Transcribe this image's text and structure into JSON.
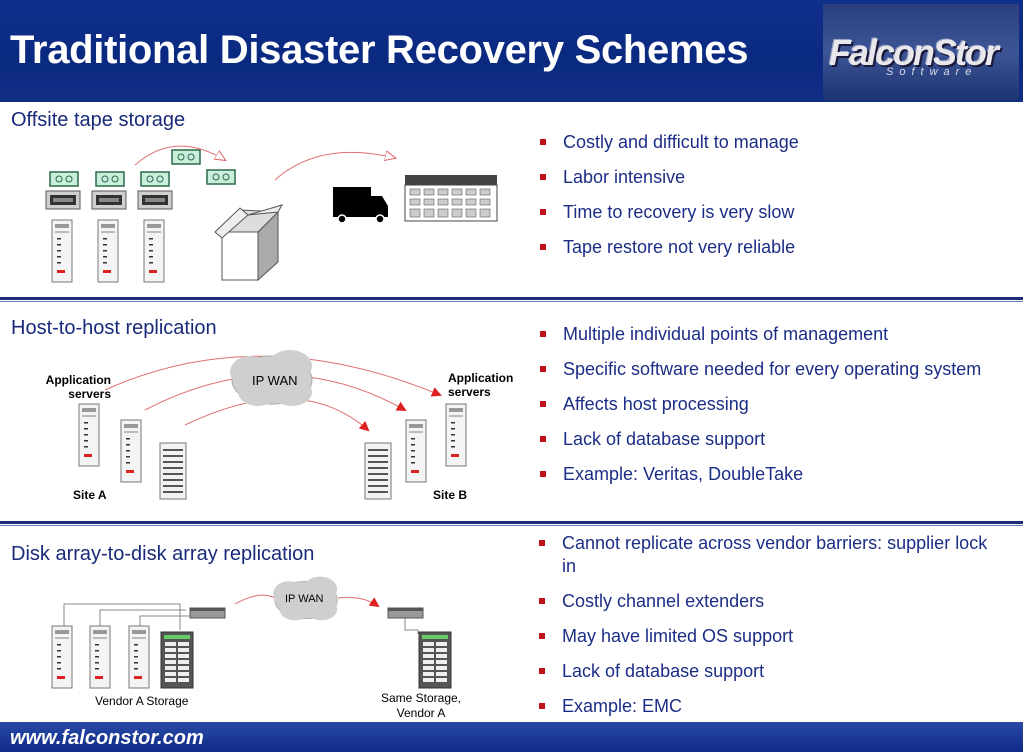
{
  "header": {
    "title": "Traditional Disaster Recovery Schemes",
    "logo_text": "FalconStor",
    "logo_subtext": "Software",
    "background": "#0f2f8c"
  },
  "sections": [
    {
      "title": "Offsite tape storage",
      "bullets": [
        "Costly and difficult to manage",
        "Labor intensive",
        "Time to recovery is very slow",
        "Tape restore not very reliable"
      ]
    },
    {
      "title": "Host-to-host replication",
      "bullets": [
        "Multiple individual points of management",
        "Specific software needed for every operating system",
        "Affects host processing",
        "Lack of database support",
        "Example: Veritas, DoubleTake"
      ],
      "diagram": {
        "cloud_label": "IP WAN",
        "left_label": "Application servers",
        "right_label": "Application servers",
        "site_a": "Site A",
        "site_b": "Site B"
      }
    },
    {
      "title": "Disk array-to-disk array replication",
      "bullets": [
        "Cannot replicate across vendor barriers: supplier lock in",
        "Costly channel extenders",
        "May have limited OS support",
        "Lack of database support",
        "Example: EMC"
      ],
      "diagram": {
        "cloud_label": "IP WAN",
        "left_caption": "Vendor A Storage",
        "right_caption": "Same Storage, Vendor A"
      }
    }
  ],
  "footer": {
    "url": "www.falconstor.com"
  },
  "colors": {
    "text": "#1c2d85",
    "bullet": "#c0121a",
    "arrow": "#e02020"
  }
}
